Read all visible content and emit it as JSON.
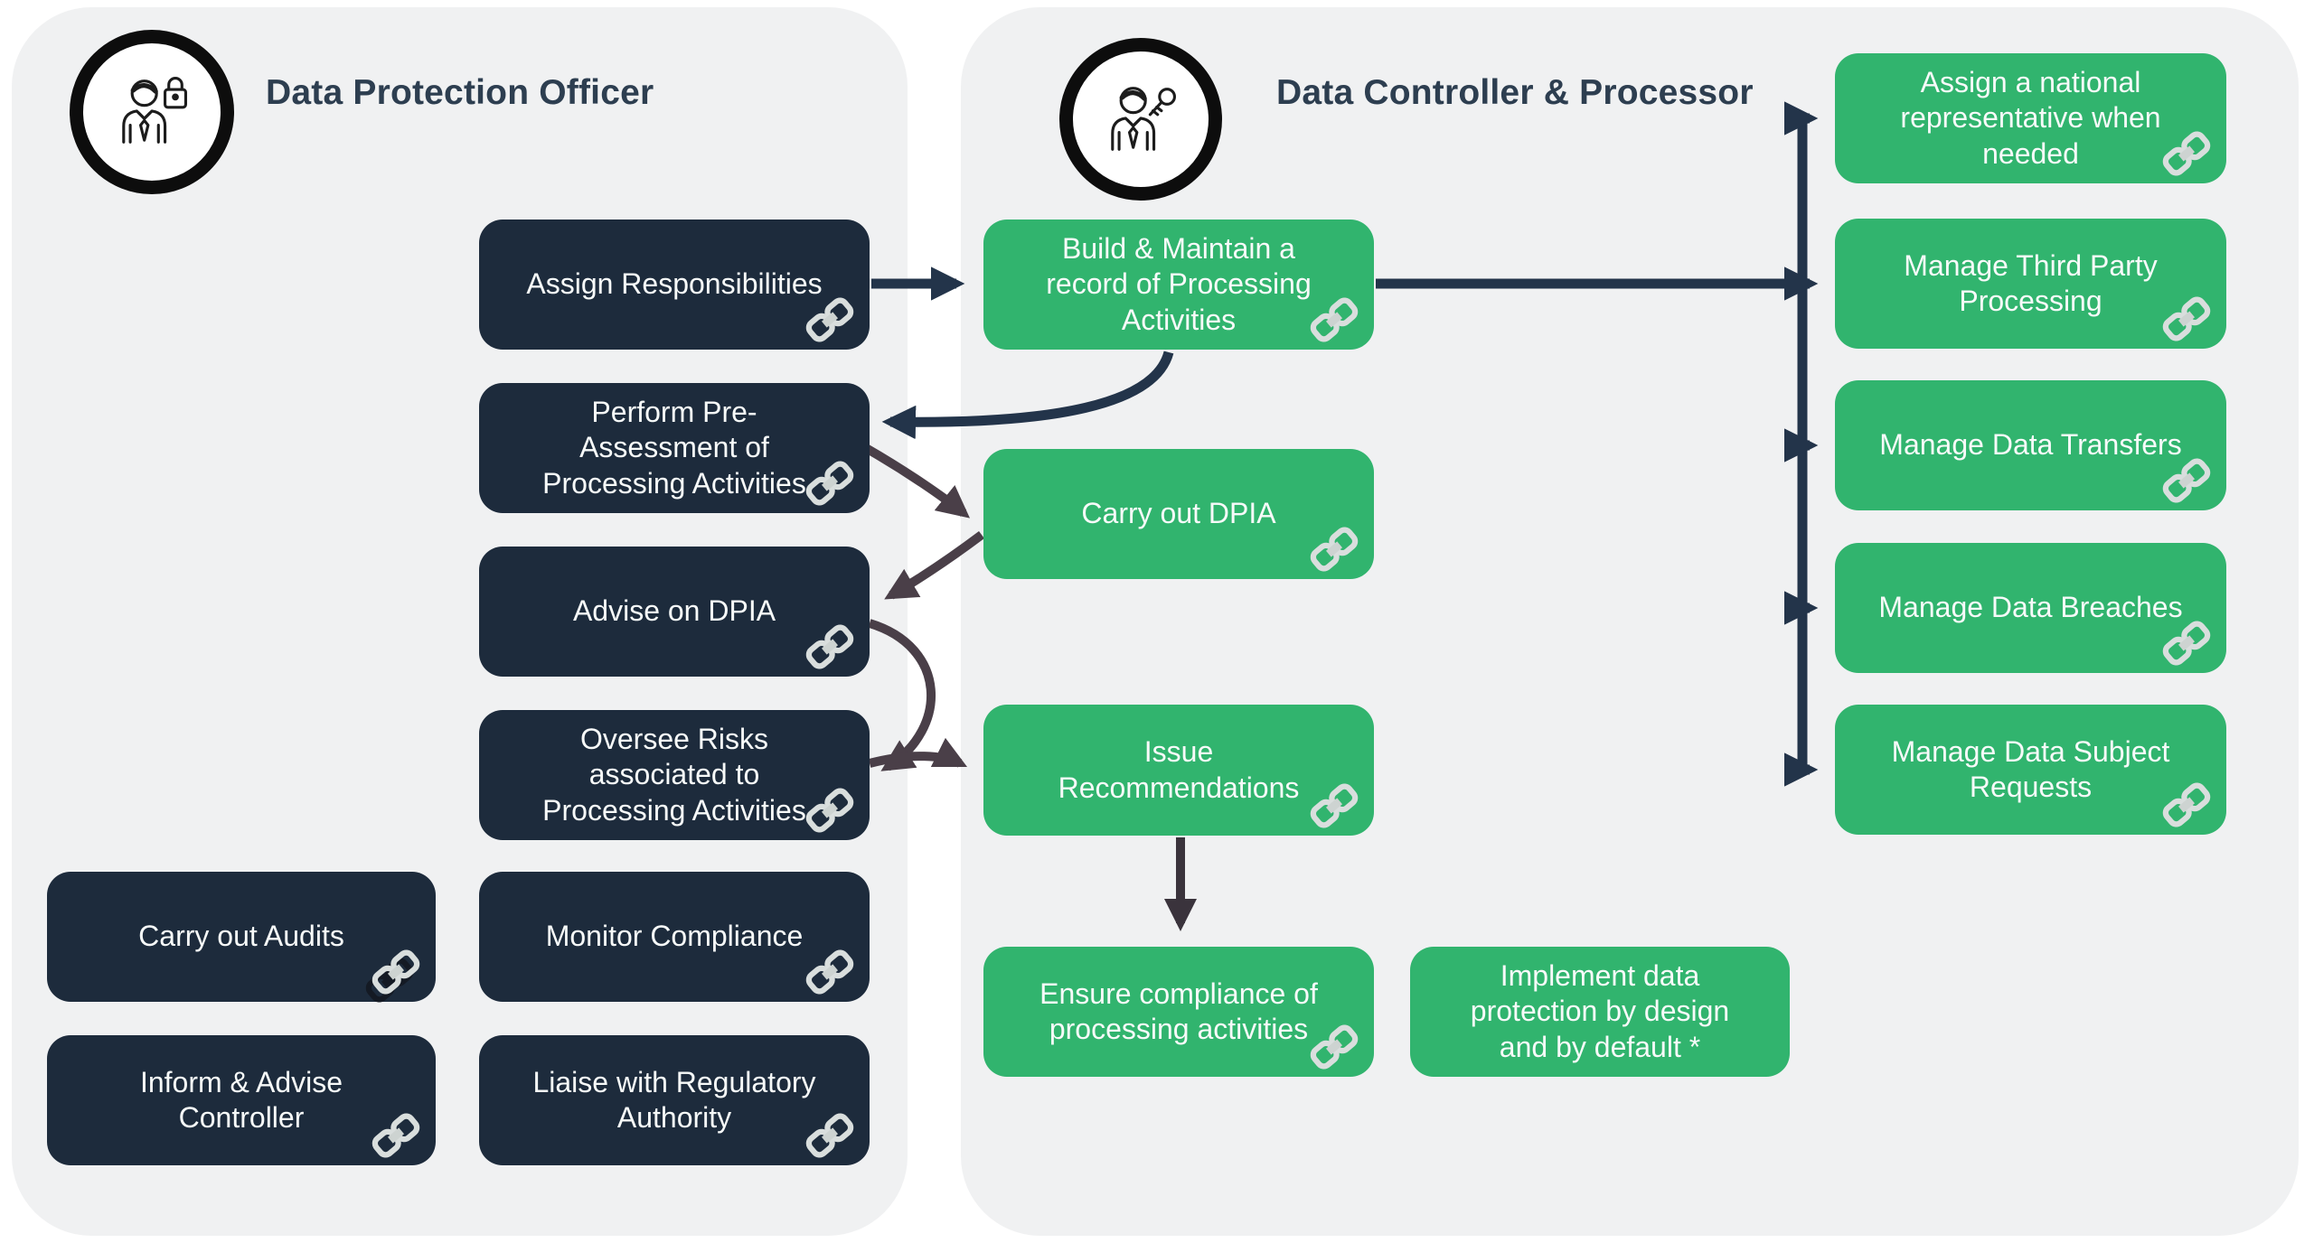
{
  "dpo": {
    "title": "Data Protection Officer",
    "icon": "person-with-lock-icon",
    "boxes": [
      {
        "label": "Assign Responsibilities",
        "link_icon": true
      },
      {
        "label": "Perform Pre-Assessment of Processing Activities",
        "link_icon": true
      },
      {
        "label": "Advise on DPIA",
        "link_icon": true
      },
      {
        "label": "Oversee Risks associated to Processing Activities",
        "link_icon": true
      },
      {
        "label": "Carry out Audits",
        "link_icon": true
      },
      {
        "label": "Monitor Compliance",
        "link_icon": true
      },
      {
        "label": "Inform & Advise Controller",
        "link_icon": true
      },
      {
        "label": "Liaise with Regulatory Authority",
        "link_icon": true
      }
    ]
  },
  "controller": {
    "title": "Data Controller & Processor",
    "icon": "person-with-key-icon",
    "boxes": [
      {
        "label": "Build & Maintain a record of Processing Activities",
        "link_icon": true
      },
      {
        "label": "Carry out DPIA",
        "link_icon": true
      },
      {
        "label": "Issue Recommendations",
        "link_icon": true
      },
      {
        "label": "Ensure compliance of processing activities",
        "link_icon": true
      },
      {
        "label": "Implement data protection by design and by default *",
        "link_icon": false
      }
    ],
    "right_boxes": [
      {
        "label": "Assign a national representative when needed",
        "link_icon": true
      },
      {
        "label": "Manage Third Party Processing",
        "link_icon": true
      },
      {
        "label": "Manage Data Transfers",
        "link_icon": true
      },
      {
        "label": "Manage Data Breaches",
        "link_icon": true
      },
      {
        "label": "Manage Data Subject Requests",
        "link_icon": true
      }
    ]
  },
  "colors": {
    "dpo_box": "#1d2b3c",
    "task_box": "#31b46e",
    "panel_background": "#f0f1f2",
    "navy_arrow": "#23344a",
    "gray_arrow": "#4a3f48",
    "header_text": "#2d3e50"
  }
}
